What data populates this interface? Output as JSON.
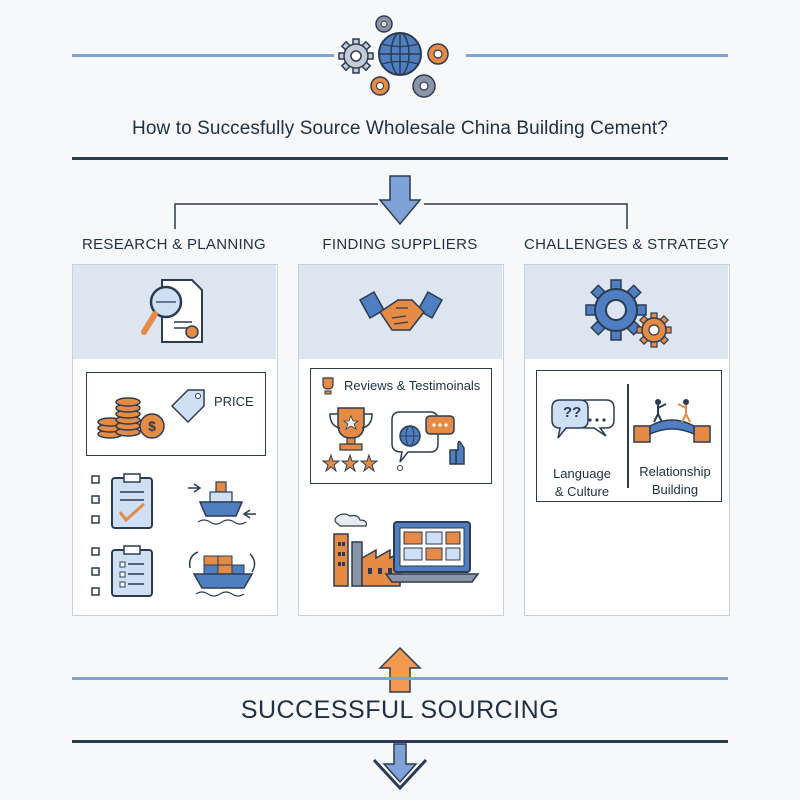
{
  "title": "How to Succesfully Source Wholesale China Building Cement?",
  "columns": [
    {
      "title": "RESEARCH & PLANNING",
      "price_label": "PRICE"
    },
    {
      "title": "FINDING SUPPLIERS",
      "reviews_label": "Reviews & Testimoinals"
    },
    {
      "title": "CHALLENGES & STRATEGY",
      "language_label_1": "Language",
      "language_label_2": "& Culture",
      "relationship_label_1": "Relationship",
      "relationship_label_2": "Building",
      "question_marks": "??"
    }
  ],
  "bottom_title": "SUCCESSFUL SOURCING",
  "colors": {
    "navy": "#2c3b52",
    "blue": "#5b86c4",
    "orange": "#e58b45",
    "light_band": "#dde5f0",
    "line_blue": "#7fa3d6"
  },
  "icons": [
    "gears-globe-icon",
    "document-magnifier-icon",
    "handshake-icon",
    "gears-icon",
    "coins-icon",
    "price-tag-icon",
    "checklist-icon",
    "cargo-ship-icon",
    "trophy-icon",
    "stars-icon",
    "globe-chat-icon",
    "thumbs-up-icon",
    "speech-bubbles-icon",
    "bridge-people-icon",
    "factory-icon",
    "laptop-icon",
    "down-arrow-icon",
    "up-arrow-icon"
  ]
}
